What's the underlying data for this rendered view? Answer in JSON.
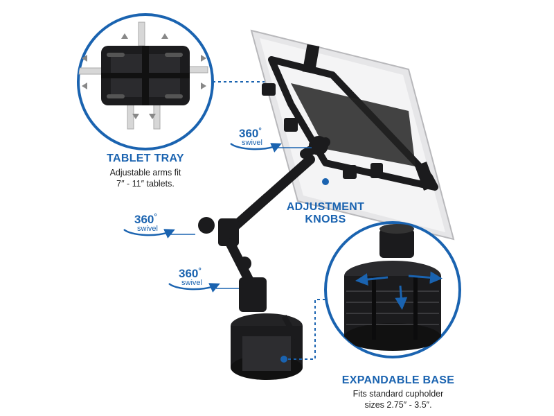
{
  "callouts": {
    "tablet_tray": {
      "title": "TABLET TRAY",
      "lines": [
        "Adjustable arms fit",
        "7″ - 11″ tablets."
      ]
    },
    "adjustment_knobs": {
      "lines": [
        "ADJUSTMENT",
        "KNOBS"
      ]
    },
    "expandable_base": {
      "title": "EXPANDABLE BASE",
      "lines": [
        "Fits standard cupholder",
        "sizes 2.75″ - 3.5″."
      ]
    }
  },
  "swivel_badges": [
    {
      "number": "360",
      "degree": "°",
      "label": "swivel"
    },
    {
      "number": "360",
      "degree": "°",
      "label": "swivel"
    },
    {
      "number": "360",
      "degree": "°",
      "label": "swivel"
    }
  ],
  "colors": {
    "accent": "#1a63b0",
    "product": "#1b1b1d",
    "circle_border": "#1a63b0"
  }
}
